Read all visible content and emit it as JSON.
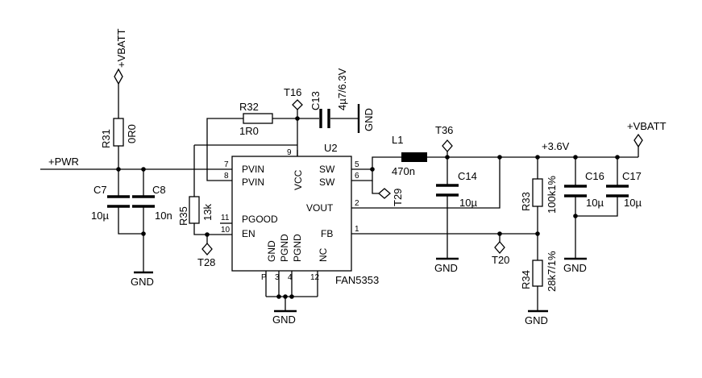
{
  "chip": {
    "ref": "U2",
    "part": "FAN5353",
    "pins": {
      "pvin1": "PVIN",
      "pvin2": "PVIN",
      "pgood": "PGOOD",
      "en": "EN",
      "vcc": "VCC",
      "sw1": "SW",
      "sw2": "SW",
      "vout": "VOUT",
      "fb": "FB",
      "gnd": "GND",
      "pgnd1": "PGND",
      "pgnd2": "PGND",
      "nc": "NC",
      "p": "P"
    },
    "pin_numbers": {
      "n7": "7",
      "n8": "8",
      "n9": "9",
      "n11": "11",
      "n10": "10",
      "n5": "5",
      "n6": "6",
      "n2": "2",
      "n1": "1",
      "n3": "3",
      "n4": "4",
      "n12": "12"
    }
  },
  "components": {
    "r31": {
      "ref": "R31",
      "value": "0R0"
    },
    "r32": {
      "ref": "R32",
      "value": "1R0"
    },
    "r33": {
      "ref": "R33",
      "value": "100k1%"
    },
    "r34": {
      "ref": "R34",
      "value": "28k7/1%"
    },
    "r35": {
      "ref": "R35",
      "value": "13k"
    },
    "c7": {
      "ref": "C7",
      "value": "10µ"
    },
    "c8": {
      "ref": "C8",
      "value": "10n"
    },
    "c13": {
      "ref": "C13",
      "value": "4µ7/6.3V"
    },
    "c14": {
      "ref": "C14",
      "value": "10µ"
    },
    "c16": {
      "ref": "C16",
      "value": "10µ"
    },
    "c17": {
      "ref": "C17",
      "value": "10µ"
    },
    "l1": {
      "ref": "L1",
      "value": "470n"
    }
  },
  "test_points": {
    "t16": "T16",
    "t28": "T28",
    "t29": "T29",
    "t36": "T36",
    "t20": "T20"
  },
  "nets": {
    "vbatt_top": "+VBATT",
    "vbatt_right": "+VBATT",
    "pwr": "+PWR",
    "v36": "+3.6V",
    "gnd_c7c8": "GND",
    "gnd_c13": "GND",
    "gnd_chip": "GND",
    "gnd_c14": "GND",
    "gnd_c16": "GND",
    "gnd_r34": "GND"
  }
}
